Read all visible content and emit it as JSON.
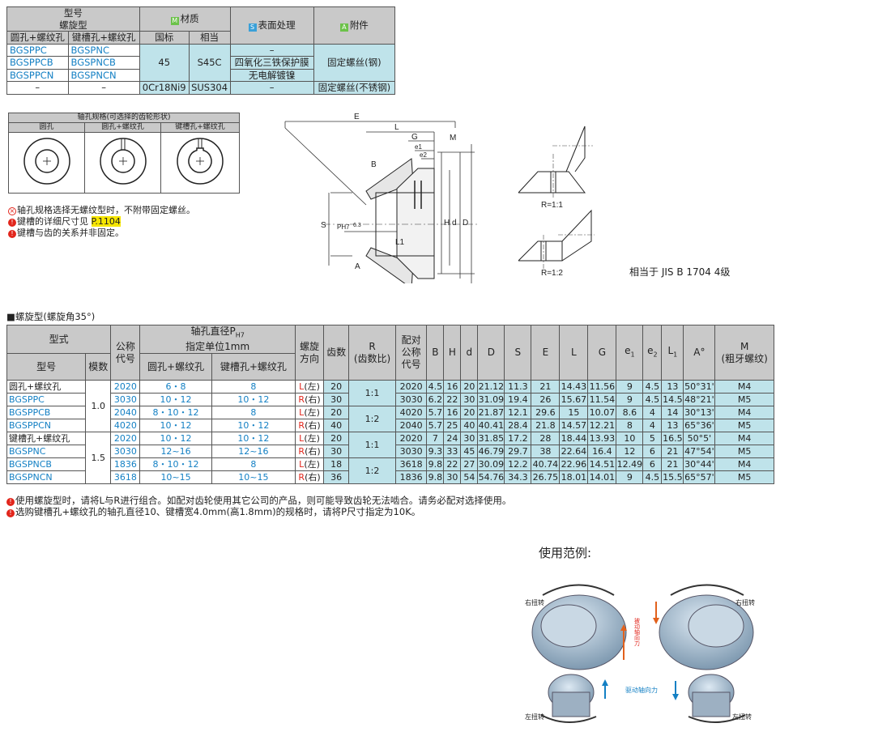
{
  "top_table": {
    "h_model": "型号",
    "h_helical": "螺旋型",
    "h_round": "圆孔+螺纹孔",
    "h_key": "键槽孔+螺纹孔",
    "h_material": "材质",
    "h_material_icon": "M",
    "h_gb": "国标",
    "h_eq": "相当",
    "h_surface": "表面处理",
    "h_surface_icon": "S",
    "h_accessory": "附件",
    "h_accessory_icon": "A",
    "r1a": "BGSPPC",
    "r1b": "BGSPNC",
    "r2a": "BGSPPCB",
    "r2b": "BGSPNCB",
    "r3a": "BGSPPCN",
    "r3b": "BGSPNCN",
    "mat_gb": "45",
    "mat_eq": "S45C",
    "surf_1": "–",
    "surf_2": "四氧化三铁保护膜",
    "surf_3": "无电解镀镍",
    "acc_1": "固定螺丝(钢)",
    "r4a": "–",
    "r4b": "–",
    "r4_gb": "0Cr18Ni9",
    "r4_eq": "SUS304",
    "r4_surf": "–",
    "r4_acc": "固定螺丝(不锈钢)"
  },
  "bore_table": {
    "title": "轴孔规格(可选择的齿轮形状)",
    "c1": "圆孔",
    "c2": "圆孔+螺纹孔",
    "c3": "键槽孔+螺纹孔"
  },
  "notes_top": [
    "轴孔规格选择无螺纹型时，不附带固定螺丝。",
    "键槽的详细尺寸见",
    "P.1104",
    "键槽与齿的关系并非固定。"
  ],
  "drawing": {
    "E": "E",
    "L": "L",
    "G": "G",
    "e1": "e1",
    "e2": "e2",
    "M": "M",
    "B": "B",
    "S": "S",
    "PH7": "PH7",
    "H": "H",
    "d": "d",
    "D": "D",
    "L1": "L1",
    "A": "A",
    "rough": "6.3"
  },
  "r11": "R=1:1",
  "r12": "R=1:2",
  "jis": "相当于 JIS B 1704 4级",
  "section_title": "■螺旋型(螺旋角35°)",
  "main_head": {
    "type": "型式",
    "model": "型号",
    "module": "模数",
    "nominal": "公称代号",
    "bore": "轴孔直径P",
    "bore_sub": "H7",
    "unit": "指定单位1mm",
    "round": "圆孔+螺纹孔",
    "key": "键槽孔+螺纹孔",
    "dir": "螺旋方向",
    "teeth": "齿数",
    "R": "R",
    "R2": "(齿数比)",
    "pair": "配对公称代号",
    "B": "B",
    "H": "H",
    "d": "d",
    "D": "D",
    "S": "S",
    "E": "E",
    "L": "L",
    "G": "G",
    "e1": "e",
    "e2": "e",
    "L1": "L",
    "A": "A°",
    "M": "M",
    "M2": "(粗牙螺纹)"
  },
  "groups": [
    {
      "label": "圆孔+螺纹孔",
      "models": [
        "BGSPPC",
        "BGSPPCB",
        "BGSPPCN"
      ],
      "module": "1.0"
    },
    {
      "label": "键槽孔+螺纹孔",
      "models": [
        "BGSPNC",
        "BGSPNCB",
        "BGSPNCN"
      ],
      "module": "1.5"
    }
  ],
  "rows": [
    [
      "2020",
      "6・8",
      "8",
      "L(左)",
      "20",
      "1:1",
      "2020",
      "4.5",
      "16",
      "20",
      "21.12",
      "11.3",
      "21",
      "14.43",
      "11.56",
      "9",
      "4.5",
      "13",
      "50°31'",
      "M4"
    ],
    [
      "3030",
      "10・12",
      "10・12",
      "R(右)",
      "30",
      "",
      "3030",
      "6.2",
      "22",
      "30",
      "31.09",
      "19.4",
      "26",
      "15.67",
      "11.54",
      "9",
      "4.5",
      "14.5",
      "48°21'",
      "M5"
    ],
    [
      "2040",
      "8・10・12",
      "8",
      "L(左)",
      "20",
      "1:2",
      "4020",
      "5.7",
      "16",
      "20",
      "21.87",
      "12.1",
      "29.6",
      "15",
      "10.07",
      "8.6",
      "4",
      "14",
      "30°13'",
      "M4"
    ],
    [
      "4020",
      "10・12",
      "10・12",
      "R(右)",
      "40",
      "",
      "2040",
      "5.7",
      "25",
      "40",
      "40.41",
      "28.4",
      "21.8",
      "14.57",
      "12.21",
      "8",
      "4",
      "13",
      "65°36'",
      "M5"
    ],
    [
      "2020",
      "10・12",
      "10・12",
      "L(左)",
      "20",
      "1:1",
      "2020",
      "7",
      "24",
      "30",
      "31.85",
      "17.2",
      "28",
      "18.44",
      "13.93",
      "10",
      "5",
      "16.5",
      "50°5'",
      "M4"
    ],
    [
      "3030",
      "12~16",
      "12~16",
      "R(右)",
      "30",
      "",
      "3030",
      "9.3",
      "33",
      "45",
      "46.79",
      "29.7",
      "38",
      "22.64",
      "16.4",
      "12",
      "6",
      "21",
      "47°54'",
      "M5"
    ],
    [
      "1836",
      "8・10・12",
      "8",
      "L(左)",
      "18",
      "1:2",
      "3618",
      "9.8",
      "22",
      "27",
      "30.09",
      "12.2",
      "40.74",
      "22.96",
      "14.51",
      "12.49",
      "6",
      "21",
      "30°44'",
      "M4"
    ],
    [
      "3618",
      "10~15",
      "10~15",
      "R(右)",
      "36",
      "",
      "1836",
      "9.8",
      "30",
      "54",
      "54.76",
      "34.3",
      "26.75",
      "18.01",
      "14.01",
      "9",
      "4.5",
      "15.5",
      "65°57'",
      "M5"
    ]
  ],
  "notes_bottom": [
    "使用螺旋型时，请将L与R进行组合。如配对齿轮使用其它公司的产品，则可能导致齿轮无法啮合。请务必配对选择使用。",
    "选购键槽孔+螺纹孔的轴孔直径10、键槽宽4.0mm(高1.8mm)的规格时，请将P尺寸指定为10K。"
  ],
  "example": {
    "title": "使用范例:",
    "rt": "右扭转",
    "lt": "左扭转",
    "driven": "被动轴向力",
    "driving": "驱动轴向力"
  }
}
